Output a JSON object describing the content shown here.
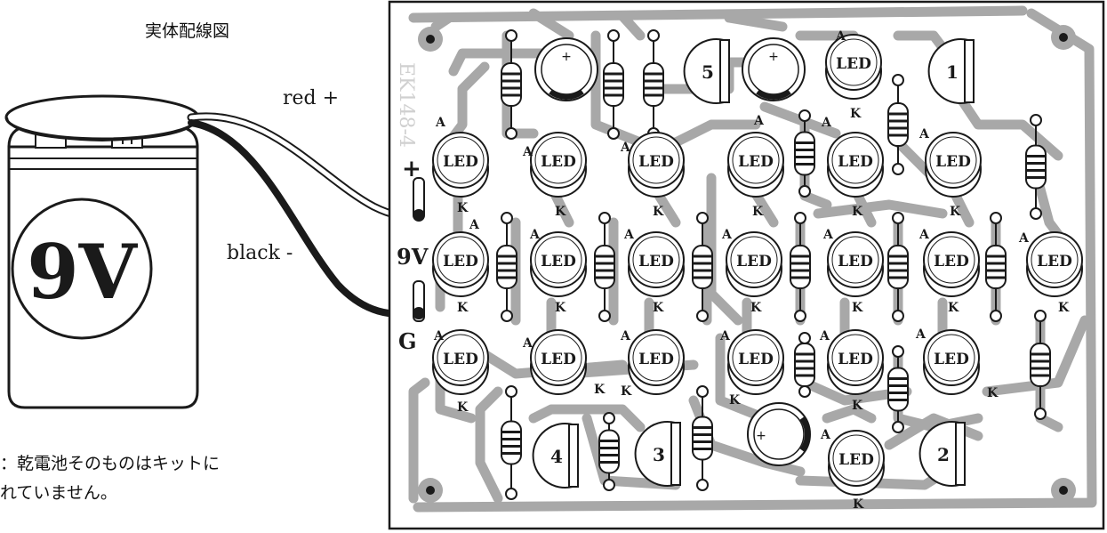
{
  "title": "実体配線図",
  "battery": {
    "label": "9V"
  },
  "wires": {
    "red_label": "red +",
    "black_label": "black -"
  },
  "board": {
    "code_label": "EK148-4",
    "plus_label": "+",
    "voltage_label": "9V",
    "ground_label": "G",
    "led_text": "LED",
    "anode_text": "A",
    "cathode_text": "K",
    "component_numbers": [
      "1",
      "2",
      "3",
      "4",
      "5"
    ],
    "cap_plus_text": "+"
  },
  "note": {
    "line1": "：乾電池そのものはキットに",
    "line2": "れていません。"
  },
  "colors": {
    "trace": "#a8a8a8",
    "ink": "#1a1a1a",
    "board_bg": "#ffffff"
  }
}
